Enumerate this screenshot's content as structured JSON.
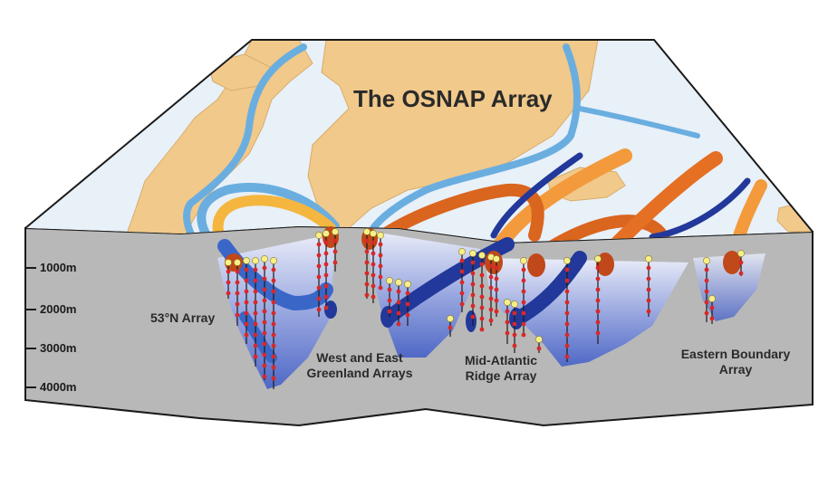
{
  "title": "The OSNAP Array",
  "depth_labels": [
    "1000m",
    "2000m",
    "3000m",
    "4000m"
  ],
  "arrays": [
    {
      "name": "53°N Array",
      "lines": [
        "53°N Array"
      ]
    },
    {
      "name": "West and East Greenland Arrays",
      "lines": [
        "West and East",
        "Greenland Arrays"
      ]
    },
    {
      "name": "Mid-Atlantic Ridge Array",
      "lines": [
        "Mid-Atlantic",
        "Ridge Array"
      ]
    },
    {
      "name": "Eastern Boundary Array",
      "lines": [
        "Eastern Boundary",
        "Array"
      ]
    }
  ],
  "colors": {
    "land": "#f1c98a",
    "sea_surface": "#e8f0f8",
    "cold_current": "#6aaee0",
    "warm_current": "#f39a3c",
    "warm_current_dark": "#d9651f",
    "deep_current": "#22389a",
    "section_face": "#b5b5b5",
    "water_deep": "#4f68c6",
    "mooring": "#d92828",
    "float": "#f7ef88"
  }
}
